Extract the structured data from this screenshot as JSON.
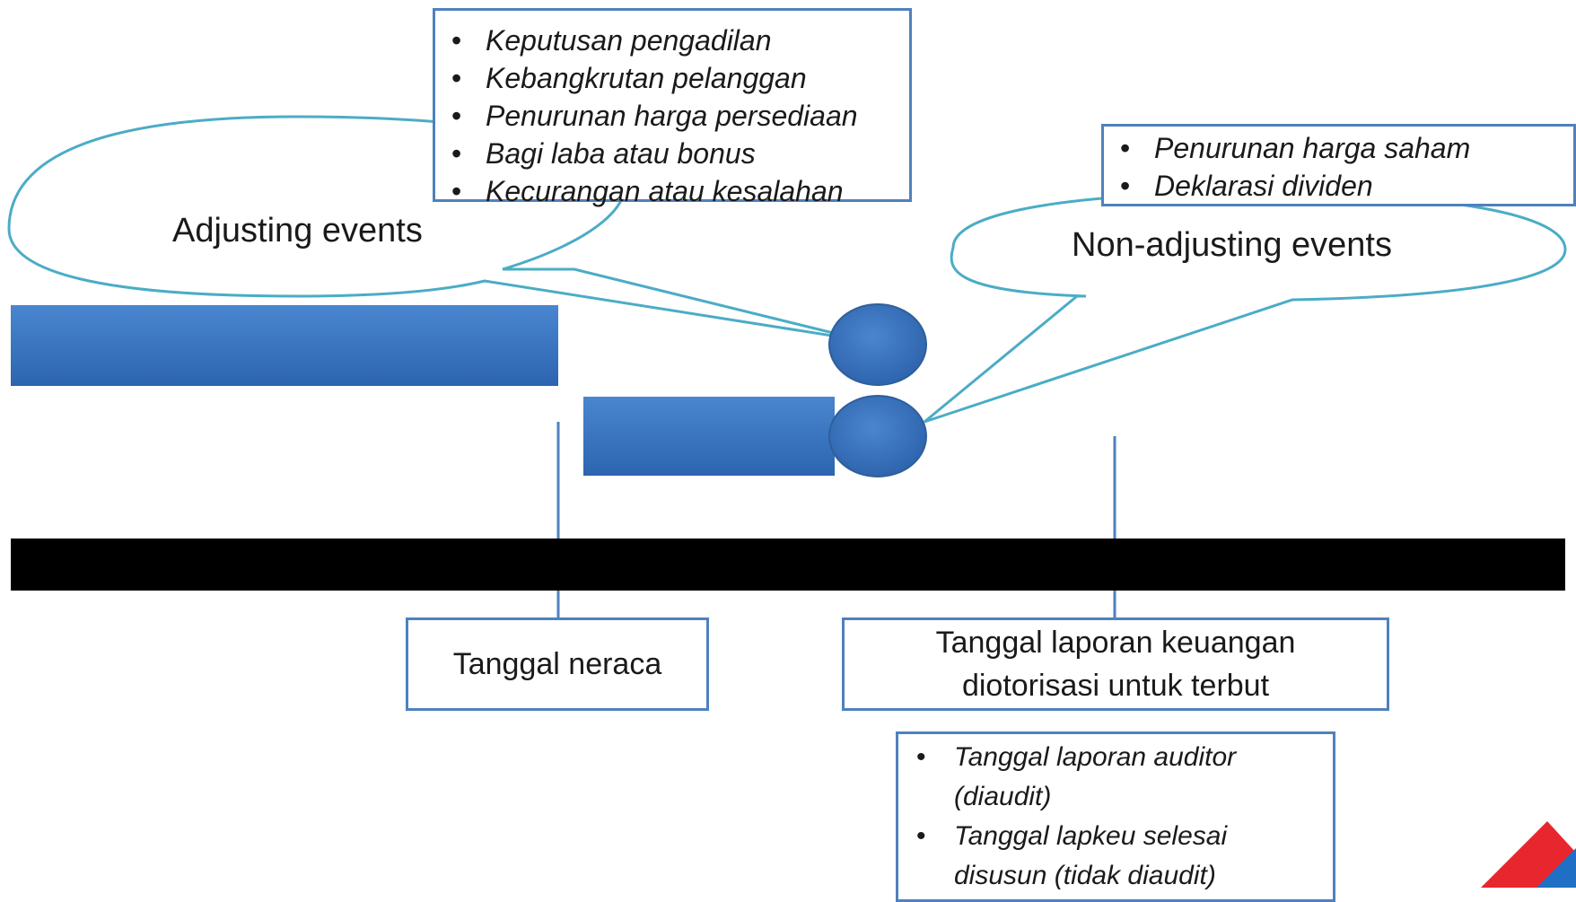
{
  "callouts": {
    "adjusting": "Adjusting events",
    "non_adjusting": "Non-adjusting events"
  },
  "adjusting_examples": [
    "Keputusan pengadilan",
    "Kebangkrutan pelanggan",
    "Penurunan harga persediaan",
    "Bagi laba atau bonus",
    "Kecurangan atau kesalahan"
  ],
  "non_adjusting_examples": [
    "Penurunan harga saham",
    "Deklarasi dividen"
  ],
  "dates": {
    "balance_sheet": "Tanggal neraca",
    "authorization_line1": "Tanggal laporan keuangan",
    "authorization_line2": "diotorisasi untuk terbut"
  },
  "authorization_examples": [
    "Tanggal laporan auditor (diaudit)",
    "Tanggal lapkeu selesai disusun (tidak diaudit)"
  ],
  "colors": {
    "outline": "#4f81bd",
    "bubble_outline": "#4bacc6",
    "bar_fill": "#3a75c4",
    "timeline": "#000000",
    "corner_red": "#e8262e",
    "corner_blue": "#1f6fc5"
  }
}
